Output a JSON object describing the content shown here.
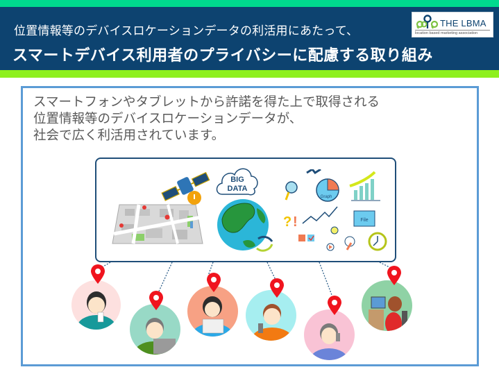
{
  "header": {
    "subtitle": "位置情報等のデバイスロケーションデータの利活用にあたって、",
    "title": "スマートデバイス利用者のプライバシーに配慮する取り組み",
    "colors": {
      "top_bar": "#00d98e",
      "header_bg": "#0d4370",
      "bottom_bar": "#8ef01e"
    }
  },
  "logo": {
    "name": "THE LBMA",
    "tagline": "location based marketing association"
  },
  "content": {
    "lead_lines": [
      "スマートフォンやタブレットから許諾を得た上で取得される",
      "位置情報等のデバイスロケーションデータが、",
      "社会で広く利活用されています。"
    ],
    "border_color": "#5b9bd5"
  },
  "diagram": {
    "cloud_label_line1": "BIG",
    "cloud_label_line2": "DATA",
    "graph_label": "Graph",
    "file_label": "File",
    "icons": [
      "map-icon",
      "satellite-icon",
      "globe-icon",
      "cloud-icon",
      "magnifier-icon",
      "pie-chart-icon",
      "bar-chart-icon",
      "question-icon",
      "line-chart-icon",
      "folder-icon",
      "lightbulb-icon",
      "clock-icon",
      "refresh-icon",
      "checkbox-icon",
      "tap-icon"
    ]
  },
  "people": [
    {
      "id": "woman-smartphone",
      "bg": "#fde0df",
      "shirt": "#17999a"
    },
    {
      "id": "man-laptop",
      "bg": "#98d9c6",
      "shirt": "#4e8f1f"
    },
    {
      "id": "girl-tablet",
      "bg": "#f7a184",
      "shirt": "#2aa9e8"
    },
    {
      "id": "man-phone-headset",
      "bg": "#a6eef0",
      "shirt": "#f27a12"
    },
    {
      "id": "woman-phone-call",
      "bg": "#f9c3d5",
      "shirt": "#6b84d9"
    },
    {
      "id": "woman-desk-pc",
      "bg": "#8fd2a5",
      "shirt": "#e02a2a"
    }
  ],
  "pin_color": "#f0141e"
}
